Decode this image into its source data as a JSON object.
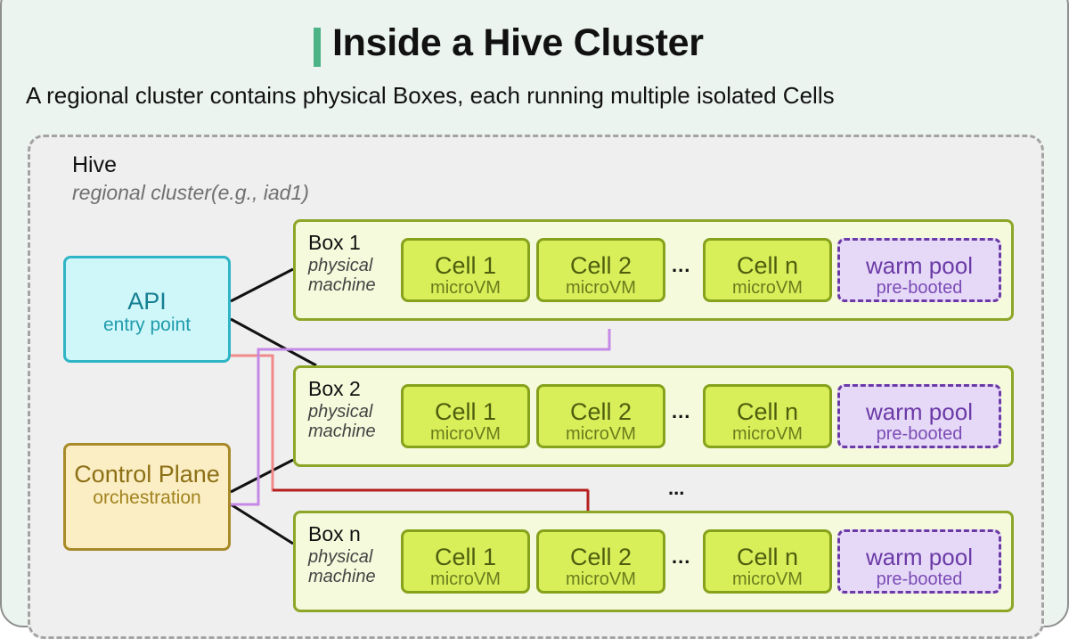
{
  "title": "Inside a Hive Cluster",
  "subtitle": "A regional cluster contains physical Boxes, each running multiple isolated Cells",
  "hive": {
    "label": "Hive",
    "sub": "regional cluster(e.g., iad1)"
  },
  "api": {
    "name": "API",
    "sub": "entry point"
  },
  "control_plane": {
    "name": "Control Plane",
    "sub": "orchestration"
  },
  "boxes": [
    {
      "title": "Box 1",
      "sub": "physical machine"
    },
    {
      "title": "Box 2",
      "sub": "physical machine"
    },
    {
      "title": "Box n",
      "sub": "physical machine"
    }
  ],
  "cells": [
    {
      "name": "Cell 1",
      "sub": "microVM"
    },
    {
      "name": "Cell 2",
      "sub": "microVM"
    },
    {
      "name": "Cell n",
      "sub": "microVM"
    }
  ],
  "ellipsis": "...",
  "warm_pool": {
    "name": "warm pool",
    "sub": "pre-booted"
  },
  "colors": {
    "accent": "#4cb386",
    "api": "#2fb5c6",
    "control_plane": "#a88a2a",
    "box": "#8da628",
    "cell": "#d9ef5a",
    "warm_pool": "#6b3aa6",
    "link_purple": "#c58ae6",
    "link_salmon": "#f08a8a",
    "link_red": "#b51f1f"
  }
}
